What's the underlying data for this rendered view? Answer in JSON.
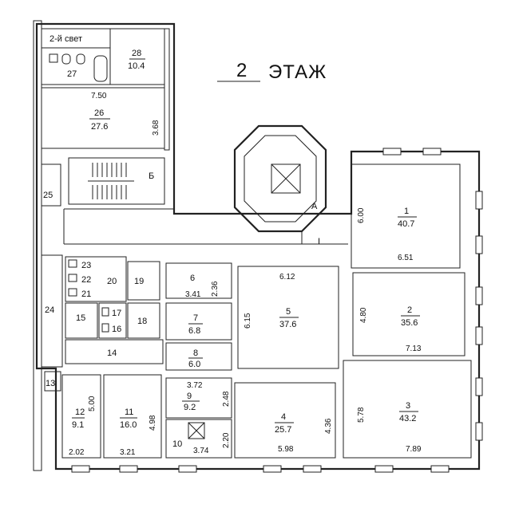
{
  "title": {
    "number": "2",
    "word": "ЭТАЖ"
  },
  "second_light": "2-й свет",
  "section_letters": {
    "b": "Б",
    "a": "А",
    "i": "I"
  },
  "rooms": [
    {
      "no": "1",
      "area": "40.7"
    },
    {
      "no": "2",
      "area": "35.6"
    },
    {
      "no": "3",
      "area": "43.2"
    },
    {
      "no": "4",
      "area": "25.7"
    },
    {
      "no": "5",
      "area": "37.6"
    },
    {
      "no": "6",
      "area": "3.41"
    },
    {
      "no": "7",
      "area": "6.8"
    },
    {
      "no": "8",
      "area": "6.0"
    },
    {
      "no": "9",
      "area": "9.2"
    },
    {
      "no": "10",
      "area": ""
    },
    {
      "no": "11",
      "area": "16.0"
    },
    {
      "no": "12",
      "area": "9.1"
    },
    {
      "no": "13",
      "area": ""
    },
    {
      "no": "14",
      "area": ""
    },
    {
      "no": "15",
      "area": ""
    },
    {
      "no": "16",
      "area": ""
    },
    {
      "no": "17",
      "area": ""
    },
    {
      "no": "18",
      "area": ""
    },
    {
      "no": "19",
      "area": ""
    },
    {
      "no": "20",
      "area": ""
    },
    {
      "no": "21",
      "area": ""
    },
    {
      "no": "22",
      "area": ""
    },
    {
      "no": "23",
      "area": ""
    },
    {
      "no": "24",
      "area": ""
    },
    {
      "no": "25",
      "area": ""
    },
    {
      "no": "26",
      "area": "27.6"
    },
    {
      "no": "27",
      "area": ""
    },
    {
      "no": "28",
      "area": "10.4"
    }
  ],
  "dimensions": {
    "d750": "7.50",
    "d368": "3.68",
    "d600": "6.00",
    "d651": "6.51",
    "d612": "6.12",
    "d236": "2.36",
    "d615": "6.15",
    "d480": "4.80",
    "d713": "7.13",
    "d578": "5.78",
    "d789": "7.89",
    "d436": "4.36",
    "d598": "5.98",
    "d372": "3.72",
    "d248": "2.48",
    "d220": "2.20",
    "d374": "3.74",
    "d498": "4.98",
    "d321": "3.21",
    "d500": "5.00",
    "d202": "2.02"
  }
}
